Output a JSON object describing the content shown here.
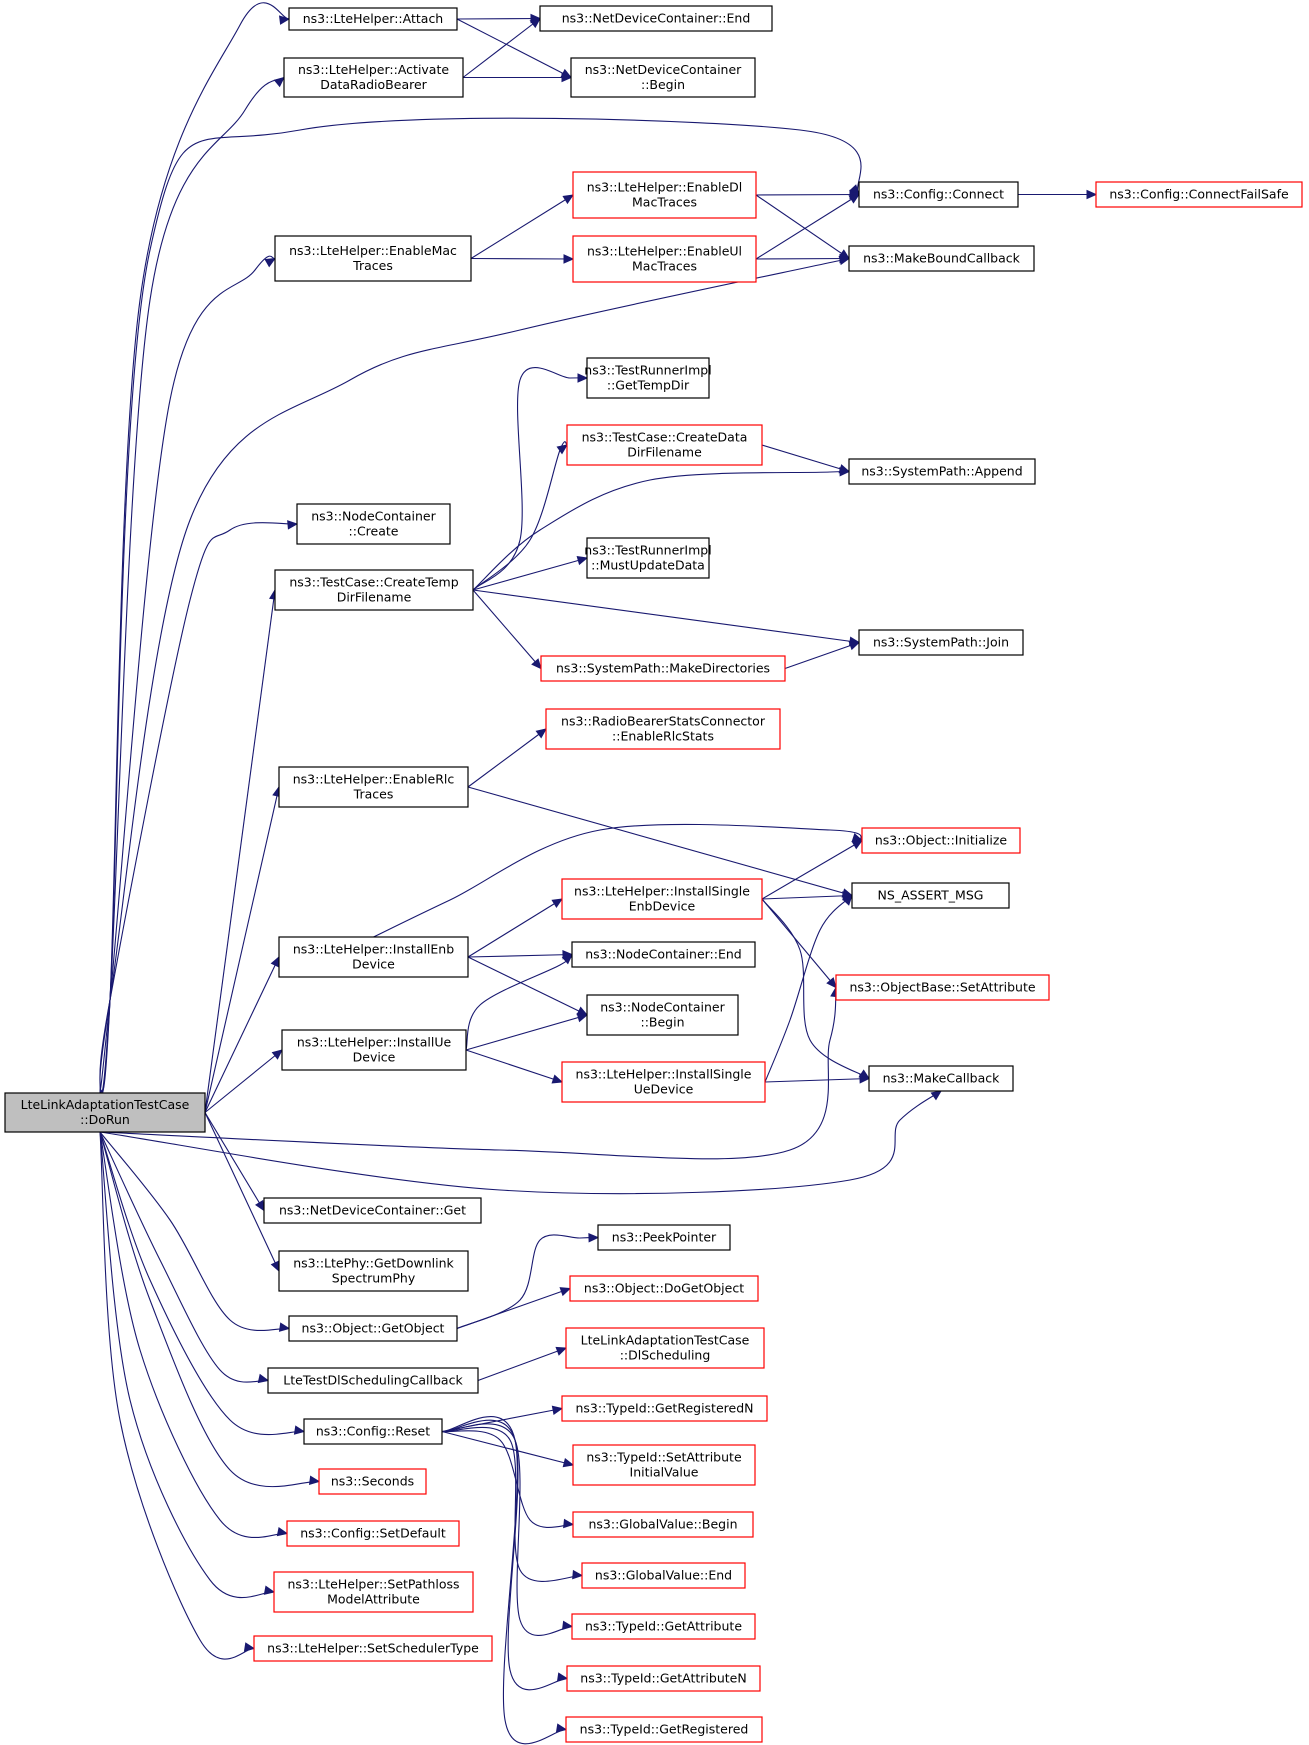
{
  "nodes": [
    {
      "id": "root",
      "lines": [
        "LteLinkAdaptationTestCase",
        "::DoRun"
      ],
      "color": "root"
    },
    {
      "id": "attach",
      "lines": [
        "ns3::LteHelper::Attach"
      ],
      "color": "black"
    },
    {
      "id": "activate",
      "lines": [
        "ns3::LteHelper::Activate",
        "DataRadioBearer"
      ],
      "color": "black"
    },
    {
      "id": "ndc_end",
      "lines": [
        "ns3::NetDeviceContainer::End"
      ],
      "color": "black"
    },
    {
      "id": "ndc_begin",
      "lines": [
        "ns3::NetDeviceContainer",
        "::Begin"
      ],
      "color": "black"
    },
    {
      "id": "enable_mac",
      "lines": [
        "ns3::LteHelper::EnableMac",
        "Traces"
      ],
      "color": "black"
    },
    {
      "id": "enable_dl",
      "lines": [
        "ns3::LteHelper::EnableDl",
        "MacTraces"
      ],
      "color": "red"
    },
    {
      "id": "enable_ul",
      "lines": [
        "ns3::LteHelper::EnableUl",
        "MacTraces"
      ],
      "color": "red"
    },
    {
      "id": "cfg_connect",
      "lines": [
        "ns3::Config::Connect"
      ],
      "color": "black"
    },
    {
      "id": "cfg_connectfs",
      "lines": [
        "ns3::Config::ConnectFailSafe"
      ],
      "color": "red"
    },
    {
      "id": "make_bound",
      "lines": [
        "ns3::MakeBoundCallback"
      ],
      "color": "black"
    },
    {
      "id": "tr_gettemp",
      "lines": [
        "ns3::TestRunnerImpl",
        "::GetTempDir"
      ],
      "color": "black"
    },
    {
      "id": "tc_createdata",
      "lines": [
        "ns3::TestCase::CreateData",
        "DirFilename"
      ],
      "color": "red"
    },
    {
      "id": "sp_append",
      "lines": [
        "ns3::SystemPath::Append"
      ],
      "color": "black"
    },
    {
      "id": "nc_create",
      "lines": [
        "ns3::NodeContainer",
        "::Create"
      ],
      "color": "black"
    },
    {
      "id": "tc_createtemp",
      "lines": [
        "ns3::TestCase::CreateTemp",
        "DirFilename"
      ],
      "color": "black"
    },
    {
      "id": "tr_mustupdate",
      "lines": [
        "ns3::TestRunnerImpl",
        "::MustUpdateData"
      ],
      "color": "black"
    },
    {
      "id": "sp_join",
      "lines": [
        "ns3::SystemPath::Join"
      ],
      "color": "black"
    },
    {
      "id": "sp_makedirs",
      "lines": [
        "ns3::SystemPath::MakeDirectories"
      ],
      "color": "red"
    },
    {
      "id": "rbsc_enable",
      "lines": [
        "ns3::RadioBearerStatsConnector",
        "::EnableRlcStats"
      ],
      "color": "red"
    },
    {
      "id": "enable_rlc",
      "lines": [
        "ns3::LteHelper::EnableRlc",
        "Traces"
      ],
      "color": "black"
    },
    {
      "id": "obj_init",
      "lines": [
        "ns3::Object::Initialize"
      ],
      "color": "red"
    },
    {
      "id": "install_single_enb",
      "lines": [
        "ns3::LteHelper::InstallSingle",
        "EnbDevice"
      ],
      "color": "red"
    },
    {
      "id": "ns_assert",
      "lines": [
        "NS_ASSERT_MSG"
      ],
      "color": "black"
    },
    {
      "id": "install_enb",
      "lines": [
        "ns3::LteHelper::InstallEnb",
        "Device"
      ],
      "color": "black"
    },
    {
      "id": "nc_end",
      "lines": [
        "ns3::NodeContainer::End"
      ],
      "color": "black"
    },
    {
      "id": "ob_setattr",
      "lines": [
        "ns3::ObjectBase::SetAttribute"
      ],
      "color": "red"
    },
    {
      "id": "nc_begin",
      "lines": [
        "ns3::NodeContainer",
        "::Begin"
      ],
      "color": "black"
    },
    {
      "id": "install_ue",
      "lines": [
        "ns3::LteHelper::InstallUe",
        "Device"
      ],
      "color": "black"
    },
    {
      "id": "install_single_ue",
      "lines": [
        "ns3::LteHelper::InstallSingle",
        "UeDevice"
      ],
      "color": "red"
    },
    {
      "id": "make_cb",
      "lines": [
        "ns3::MakeCallback"
      ],
      "color": "black"
    },
    {
      "id": "ndc_get",
      "lines": [
        "ns3::NetDeviceContainer::Get"
      ],
      "color": "black"
    },
    {
      "id": "ltephy_getdl",
      "lines": [
        "ns3::LtePhy::GetDownlink",
        "SpectrumPhy"
      ],
      "color": "black"
    },
    {
      "id": "peek",
      "lines": [
        "ns3::PeekPointer"
      ],
      "color": "black"
    },
    {
      "id": "obj_dogetobj",
      "lines": [
        "ns3::Object::DoGetObject"
      ],
      "color": "red"
    },
    {
      "id": "obj_getobj",
      "lines": [
        "ns3::Object::GetObject"
      ],
      "color": "black"
    },
    {
      "id": "lla_dlsched",
      "lines": [
        "LteLinkAdaptationTestCase",
        "::DlScheduling"
      ],
      "color": "red"
    },
    {
      "id": "ltetest_dlcb",
      "lines": [
        "LteTestDlSchedulingCallback"
      ],
      "color": "black"
    },
    {
      "id": "tid_getregn",
      "lines": [
        "ns3::TypeId::GetRegisteredN"
      ],
      "color": "red"
    },
    {
      "id": "cfg_reset",
      "lines": [
        "ns3::Config::Reset"
      ],
      "color": "black"
    },
    {
      "id": "tid_setattrinit",
      "lines": [
        "ns3::TypeId::SetAttribute",
        "InitialValue"
      ],
      "color": "red"
    },
    {
      "id": "seconds",
      "lines": [
        "ns3::Seconds"
      ],
      "color": "red"
    },
    {
      "id": "gv_begin",
      "lines": [
        "ns3::GlobalValue::Begin"
      ],
      "color": "red"
    },
    {
      "id": "cfg_setdefault",
      "lines": [
        "ns3::Config::SetDefault"
      ],
      "color": "red"
    },
    {
      "id": "gv_end",
      "lines": [
        "ns3::GlobalValue::End"
      ],
      "color": "red"
    },
    {
      "id": "lh_setpathloss",
      "lines": [
        "ns3::LteHelper::SetPathloss",
        "ModelAttribute"
      ],
      "color": "red"
    },
    {
      "id": "tid_getattr",
      "lines": [
        "ns3::TypeId::GetAttribute"
      ],
      "color": "red"
    },
    {
      "id": "lh_setsched",
      "lines": [
        "ns3::LteHelper::SetSchedulerType"
      ],
      "color": "red"
    },
    {
      "id": "tid_getattrn",
      "lines": [
        "ns3::TypeId::GetAttributeN"
      ],
      "color": "red"
    },
    {
      "id": "tid_getreg",
      "lines": [
        "ns3::TypeId::GetRegistered"
      ],
      "color": "red"
    }
  ],
  "edges": [
    [
      "root",
      "attach"
    ],
    [
      "root",
      "activate"
    ],
    [
      "root",
      "cfg_connect"
    ],
    [
      "root",
      "enable_mac"
    ],
    [
      "root",
      "make_bound"
    ],
    [
      "root",
      "nc_create"
    ],
    [
      "root",
      "tc_createtemp"
    ],
    [
      "root",
      "enable_rlc"
    ],
    [
      "root",
      "install_enb"
    ],
    [
      "root",
      "install_ue"
    ],
    [
      "root",
      "ob_setattr"
    ],
    [
      "root",
      "make_cb"
    ],
    [
      "root",
      "ndc_get"
    ],
    [
      "root",
      "ltephy_getdl"
    ],
    [
      "root",
      "obj_getobj"
    ],
    [
      "root",
      "ltetest_dlcb"
    ],
    [
      "root",
      "cfg_reset"
    ],
    [
      "root",
      "seconds"
    ],
    [
      "root",
      "cfg_setdefault"
    ],
    [
      "root",
      "lh_setpathloss"
    ],
    [
      "root",
      "lh_setsched"
    ],
    [
      "attach",
      "ndc_end"
    ],
    [
      "attach",
      "ndc_begin"
    ],
    [
      "activate",
      "ndc_end"
    ],
    [
      "activate",
      "ndc_begin"
    ],
    [
      "enable_mac",
      "enable_dl"
    ],
    [
      "enable_mac",
      "enable_ul"
    ],
    [
      "enable_dl",
      "cfg_connect"
    ],
    [
      "enable_dl",
      "make_bound"
    ],
    [
      "enable_ul",
      "cfg_connect"
    ],
    [
      "enable_ul",
      "make_bound"
    ],
    [
      "cfg_connect",
      "cfg_connectfs"
    ],
    [
      "tc_createtemp",
      "tr_gettemp"
    ],
    [
      "tc_createtemp",
      "tc_createdata"
    ],
    [
      "tc_createtemp",
      "sp_append"
    ],
    [
      "tc_createtemp",
      "tr_mustupdate"
    ],
    [
      "tc_createtemp",
      "sp_join"
    ],
    [
      "tc_createtemp",
      "sp_makedirs"
    ],
    [
      "tc_createdata",
      "sp_append"
    ],
    [
      "sp_makedirs",
      "sp_join"
    ],
    [
      "enable_rlc",
      "rbsc_enable"
    ],
    [
      "enable_rlc",
      "ns_assert"
    ],
    [
      "install_enb",
      "obj_init"
    ],
    [
      "install_enb",
      "install_single_enb"
    ],
    [
      "install_enb",
      "nc_end"
    ],
    [
      "install_enb",
      "nc_begin"
    ],
    [
      "install_single_enb",
      "obj_init"
    ],
    [
      "install_single_enb",
      "ns_assert"
    ],
    [
      "install_single_enb",
      "ob_setattr"
    ],
    [
      "install_single_enb",
      "make_cb"
    ],
    [
      "install_ue",
      "nc_end"
    ],
    [
      "install_ue",
      "nc_begin"
    ],
    [
      "install_ue",
      "install_single_ue"
    ],
    [
      "install_single_ue",
      "ns_assert"
    ],
    [
      "install_single_ue",
      "make_cb"
    ],
    [
      "obj_getobj",
      "peek"
    ],
    [
      "obj_getobj",
      "obj_dogetobj"
    ],
    [
      "ltetest_dlcb",
      "lla_dlsched"
    ],
    [
      "cfg_reset",
      "tid_getregn"
    ],
    [
      "cfg_reset",
      "tid_setattrinit"
    ],
    [
      "cfg_reset",
      "gv_begin"
    ],
    [
      "cfg_reset",
      "gv_end"
    ],
    [
      "cfg_reset",
      "tid_getattr"
    ],
    [
      "cfg_reset",
      "tid_getattrn"
    ],
    [
      "cfg_reset",
      "tid_getreg"
    ]
  ],
  "colors": {
    "edge": "#191970",
    "red_border": "#ff0000",
    "black_border": "#000000",
    "root_fill": "#bfbfbf"
  }
}
